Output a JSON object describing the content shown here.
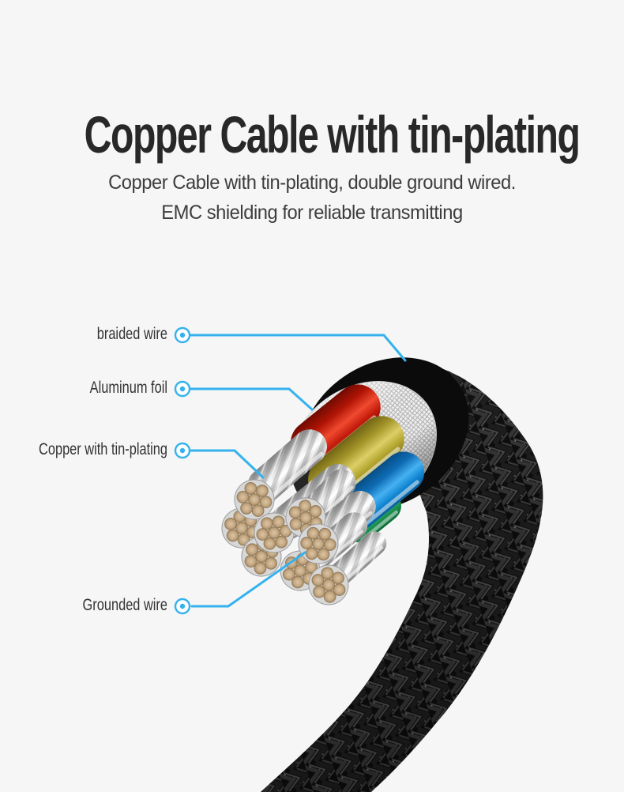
{
  "page": {
    "background_color": "#f6f6f6",
    "accent_color": "#35b2ee"
  },
  "header": {
    "title": "Copper Cable with tin-plating",
    "subtitle_line1": "Copper Cable with tin-plating, double ground wired.",
    "subtitle_line2": "EMC shielding for reliable transmitting"
  },
  "diagram": {
    "labels": [
      {
        "id": "braided-wire",
        "text": "braided wire"
      },
      {
        "id": "aluminum-foil",
        "text": "Aluminum foil"
      },
      {
        "id": "copper-with-tinplating",
        "text": "Copper with tin-plating"
      },
      {
        "id": "grounded-wire",
        "text": "Grounded wire"
      }
    ],
    "cable_colors": {
      "jacket_braid": "#0d0d0d",
      "foil_mesh": "#eeeeee",
      "wire_red": "#d92b1a",
      "wire_yellow": "#c9bc4e",
      "wire_blue": "#2196e3",
      "wire_green": "#23a258",
      "copper_strand_silver": "#e8e8e8",
      "wire_end_tan": "#c7ac8a"
    }
  }
}
